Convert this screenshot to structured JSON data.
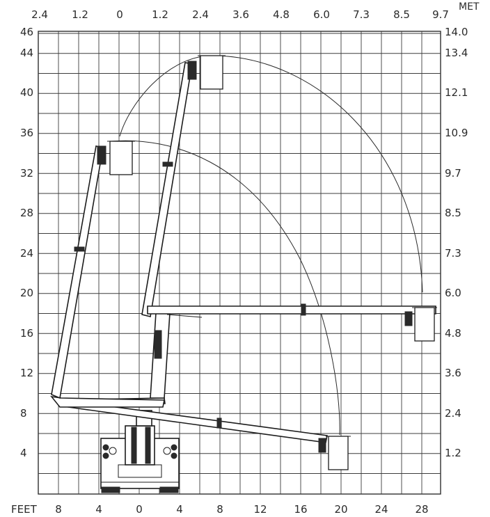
{
  "axes": {
    "feet_label": "FEET",
    "meters_label": "MET",
    "left_ticks": [
      "4",
      "8",
      "12",
      "16",
      "20",
      "24",
      "28",
      "32",
      "36",
      "40",
      "44",
      "46"
    ],
    "right_ticks": [
      "1.2",
      "2.4",
      "3.6",
      "4.8",
      "6.0",
      "7.3",
      "8.5",
      "9.7",
      "10.9",
      "12.1",
      "13.4",
      "14.0"
    ],
    "bottom_ticks": [
      "8",
      "4",
      "0",
      "4",
      "8",
      "12",
      "16",
      "20",
      "24",
      "28"
    ],
    "top_ticks": [
      "2.4",
      "1.2",
      "0",
      "1.2",
      "2.4",
      "3.6",
      "4.8",
      "6.0",
      "7.3",
      "8.5",
      "9.7"
    ]
  }
}
